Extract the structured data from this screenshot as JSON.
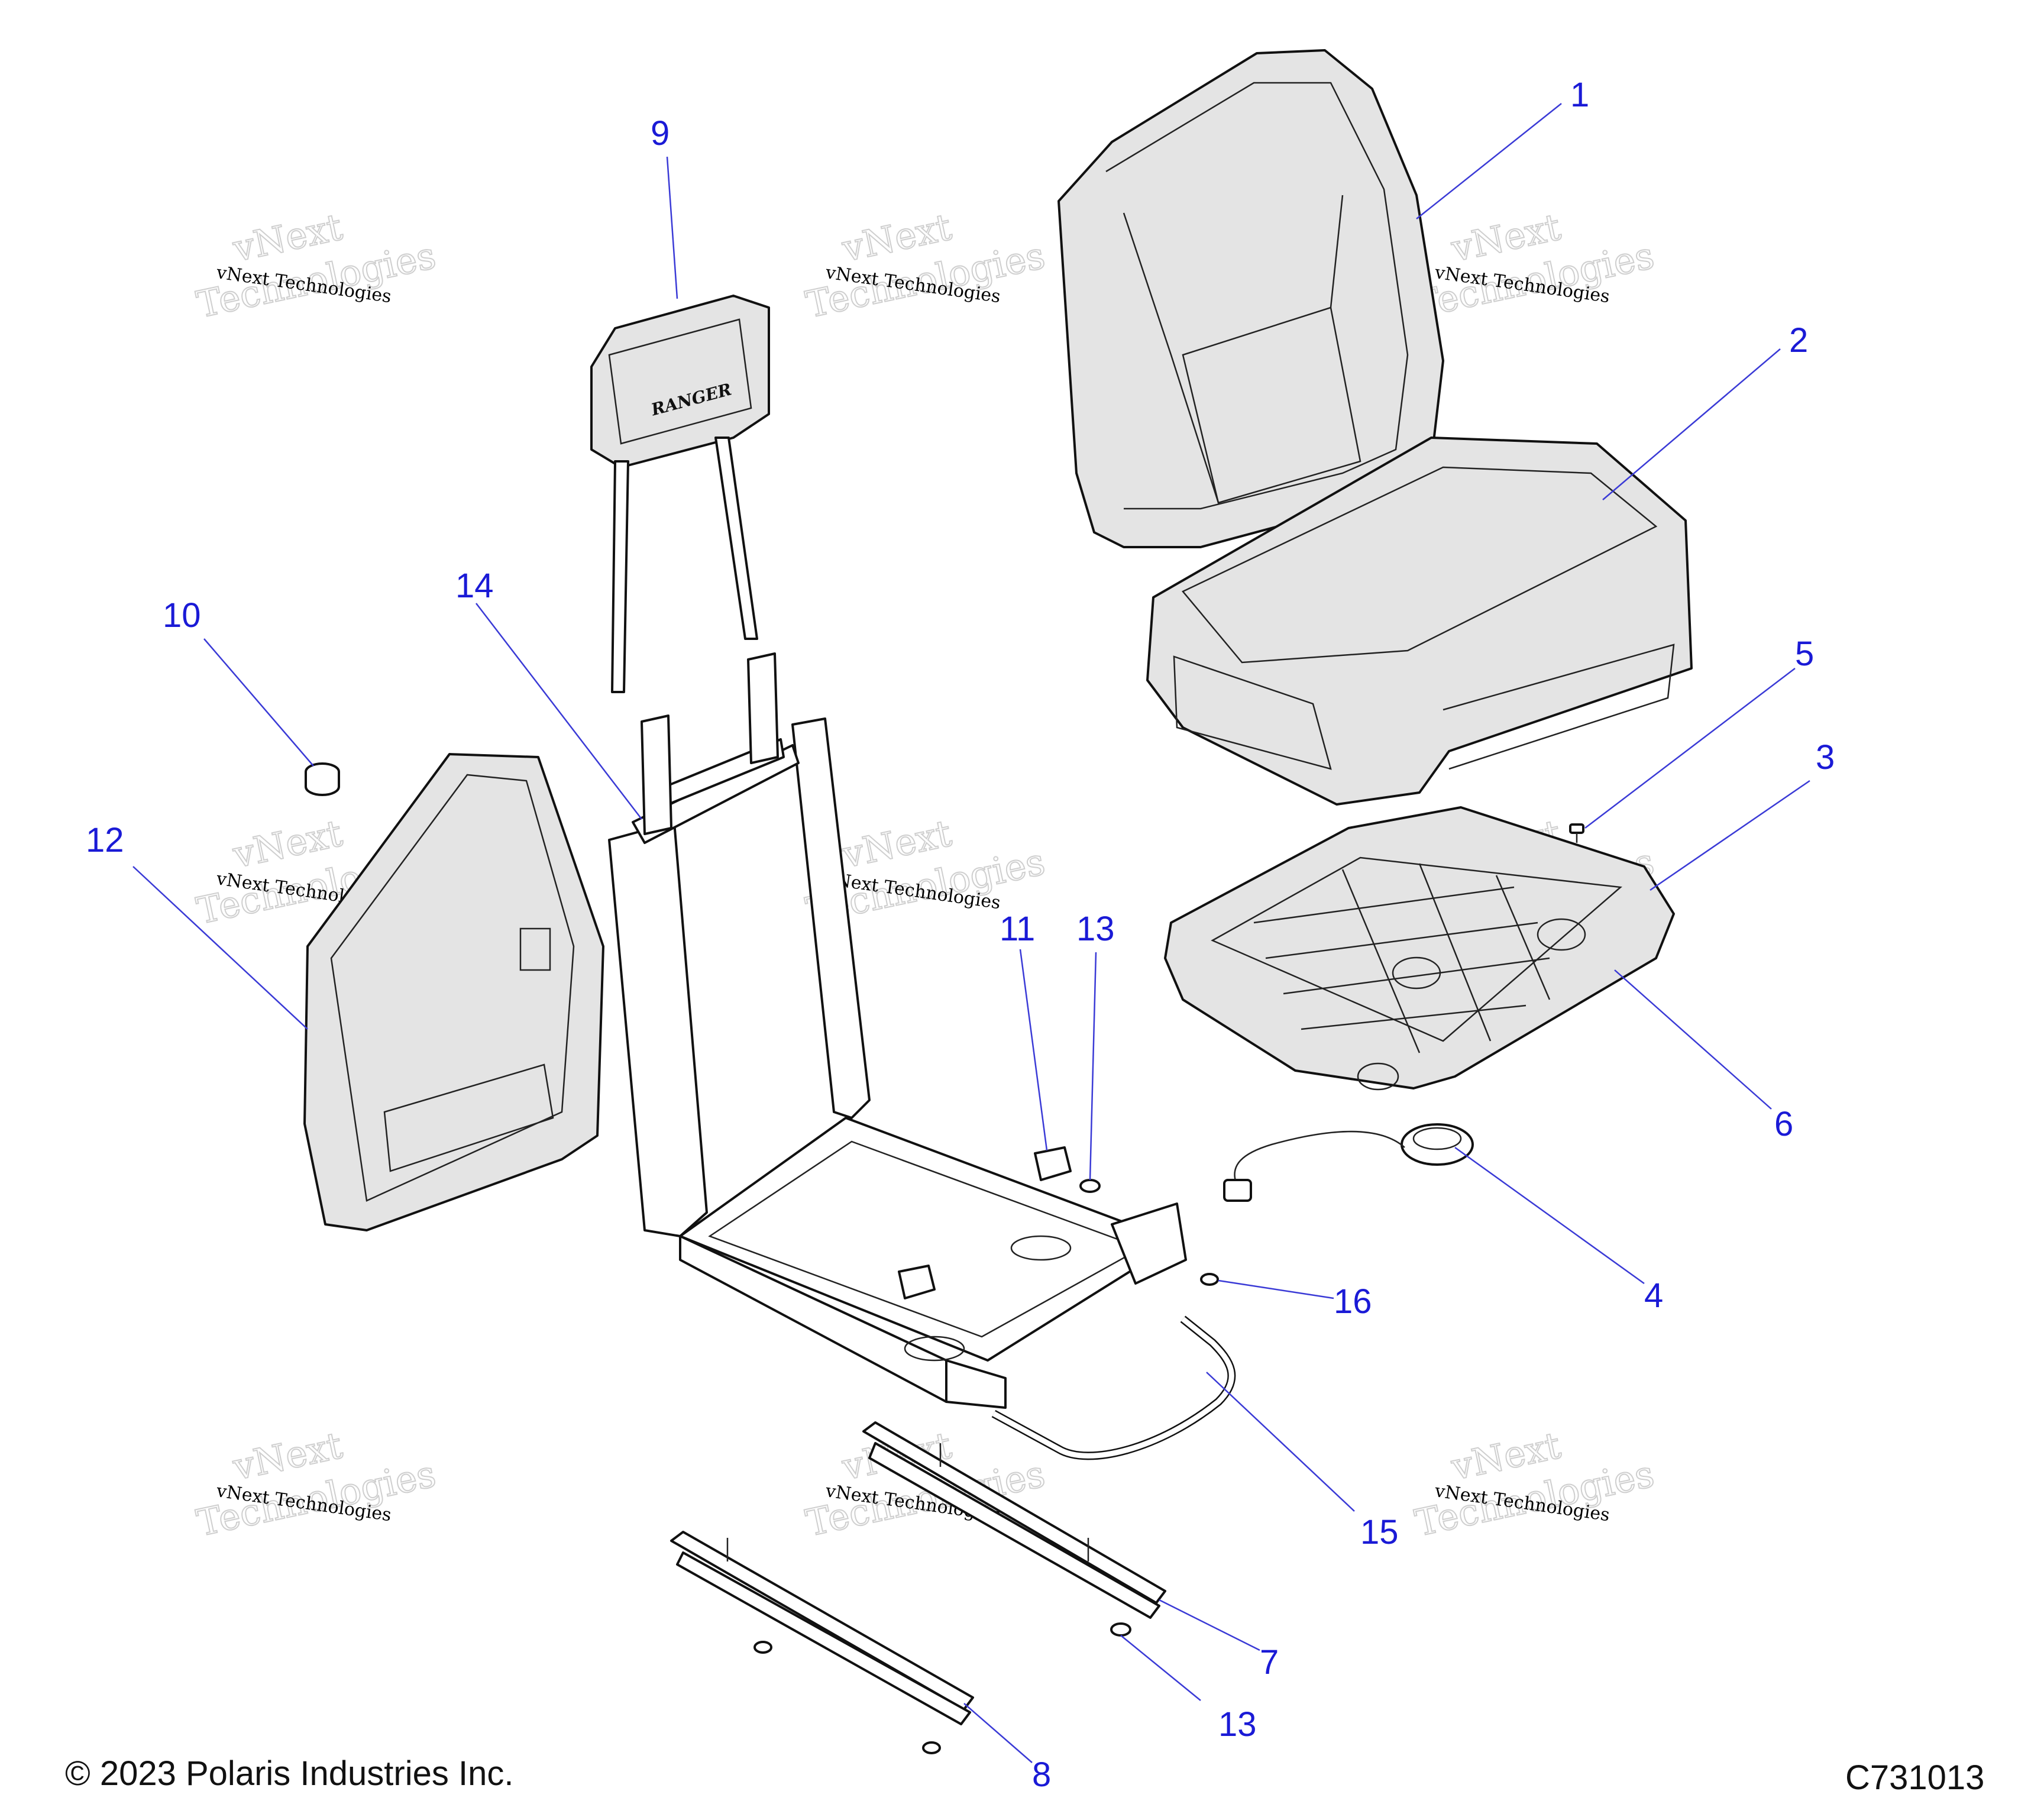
{
  "callouts": [
    {
      "id": "c1",
      "label": "1"
    },
    {
      "id": "c2",
      "label": "2"
    },
    {
      "id": "c3",
      "label": "3"
    },
    {
      "id": "c4",
      "label": "4"
    },
    {
      "id": "c5",
      "label": "5"
    },
    {
      "id": "c6",
      "label": "6"
    },
    {
      "id": "c7",
      "label": "7"
    },
    {
      "id": "c8",
      "label": "8"
    },
    {
      "id": "c9",
      "label": "9"
    },
    {
      "id": "c10",
      "label": "10"
    },
    {
      "id": "c11",
      "label": "11"
    },
    {
      "id": "c12",
      "label": "12"
    },
    {
      "id": "c13a",
      "label": "13"
    },
    {
      "id": "c13b",
      "label": "13"
    },
    {
      "id": "c14",
      "label": "14"
    },
    {
      "id": "c15",
      "label": "15"
    },
    {
      "id": "c16",
      "label": "16"
    }
  ],
  "watermark": {
    "small": "vNext Technologies",
    "big_top": "vNext",
    "big_bottom": "Technologies"
  },
  "headrest_logo": "RANGER",
  "footer": {
    "copyright": "© 2023 Polaris Industries Inc.",
    "diagram_id": "C731013"
  },
  "colors": {
    "callout": "#1a1ad6",
    "line": "#111111"
  }
}
